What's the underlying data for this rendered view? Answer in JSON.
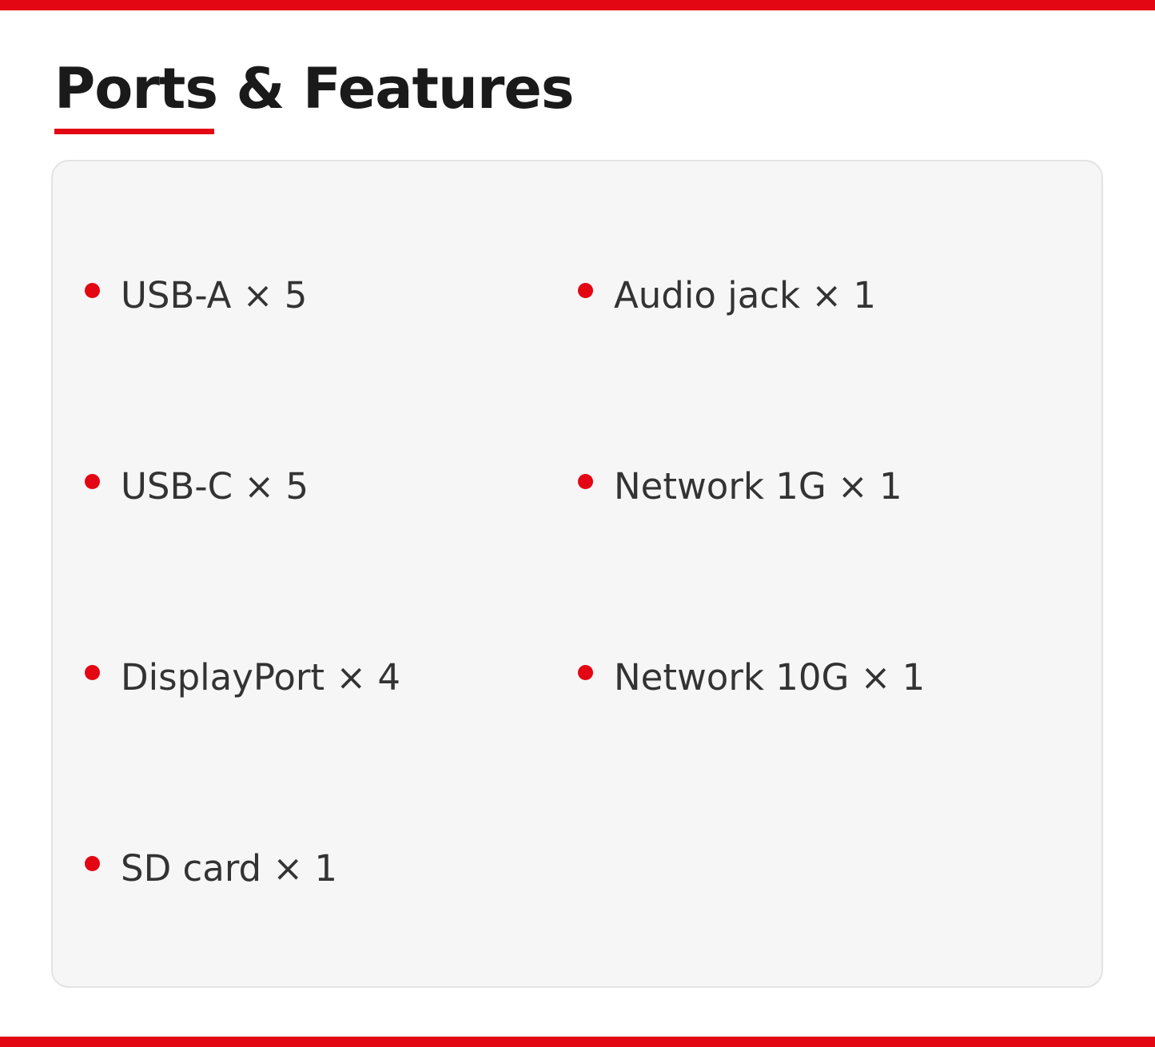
{
  "header": {
    "title": "Ports & Features"
  },
  "features": {
    "left": [
      {
        "label": "USB-A × 5"
      },
      {
        "label": "USB-C × 5"
      },
      {
        "label": "DisplayPort × 4"
      },
      {
        "label": "SD card × 1"
      }
    ],
    "right": [
      {
        "label": "Audio jack × 1"
      },
      {
        "label": "Network 1G × 1"
      },
      {
        "label": "Network 10G × 1"
      }
    ]
  },
  "colors": {
    "accent": "#e30613",
    "card_background": "#f6f6f6",
    "text": "#333333",
    "title": "#1a1a1a"
  },
  "icons": {
    "bullet": "red-dot-icon"
  }
}
